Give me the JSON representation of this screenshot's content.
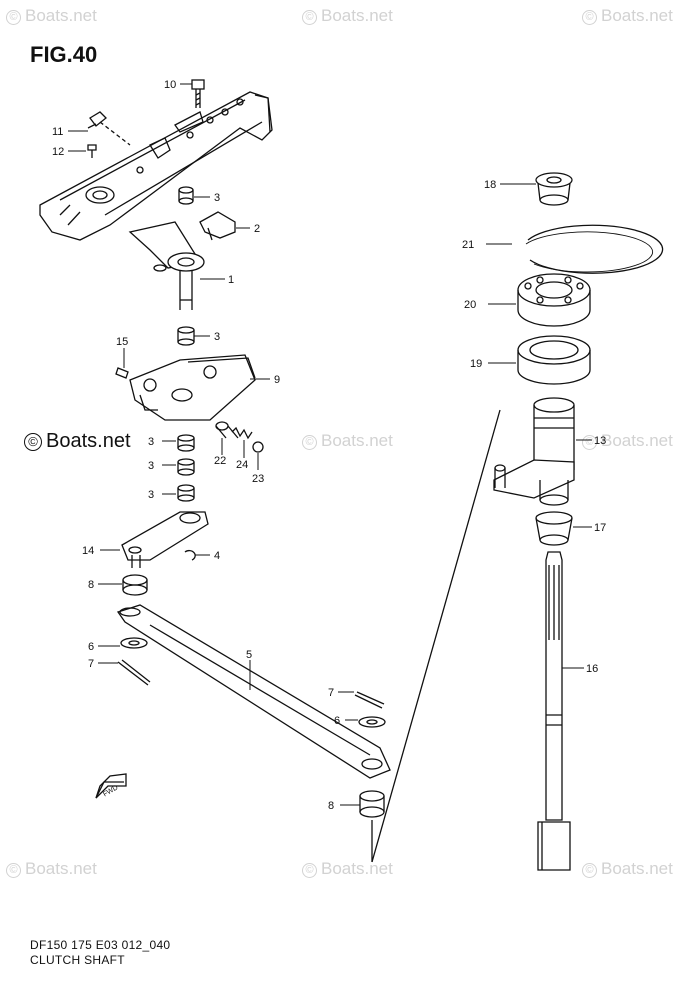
{
  "title": "FIG.40",
  "footer": {
    "code": "DF150 175 E03 012_040",
    "name": "CLUTCH SHAFT"
  },
  "watermark": {
    "text": "Boats.net",
    "symbol": "©"
  },
  "fwd_label": "FWD",
  "callouts": [
    {
      "id": "c10",
      "label": "10"
    },
    {
      "id": "c11",
      "label": "11"
    },
    {
      "id": "c12",
      "label": "12"
    },
    {
      "id": "c3a",
      "label": "3"
    },
    {
      "id": "c2",
      "label": "2"
    },
    {
      "id": "c1",
      "label": "1"
    },
    {
      "id": "c3b",
      "label": "3"
    },
    {
      "id": "c15",
      "label": "15"
    },
    {
      "id": "c9",
      "label": "9"
    },
    {
      "id": "c3c",
      "label": "3"
    },
    {
      "id": "c3d",
      "label": "3"
    },
    {
      "id": "c3e",
      "label": "3"
    },
    {
      "id": "c22",
      "label": "22"
    },
    {
      "id": "c24",
      "label": "24"
    },
    {
      "id": "c23",
      "label": "23"
    },
    {
      "id": "c14",
      "label": "14"
    },
    {
      "id": "c4",
      "label": "4"
    },
    {
      "id": "c8a",
      "label": "8"
    },
    {
      "id": "c5",
      "label": "5"
    },
    {
      "id": "c6a",
      "label": "6"
    },
    {
      "id": "c7a",
      "label": "7"
    },
    {
      "id": "c7b",
      "label": "7"
    },
    {
      "id": "c6b",
      "label": "6"
    },
    {
      "id": "c8b",
      "label": "8"
    },
    {
      "id": "c18",
      "label": "18"
    },
    {
      "id": "c21",
      "label": "21"
    },
    {
      "id": "c20",
      "label": "20"
    },
    {
      "id": "c19",
      "label": "19"
    },
    {
      "id": "c13",
      "label": "13"
    },
    {
      "id": "c17",
      "label": "17"
    },
    {
      "id": "c16",
      "label": "16"
    }
  ]
}
